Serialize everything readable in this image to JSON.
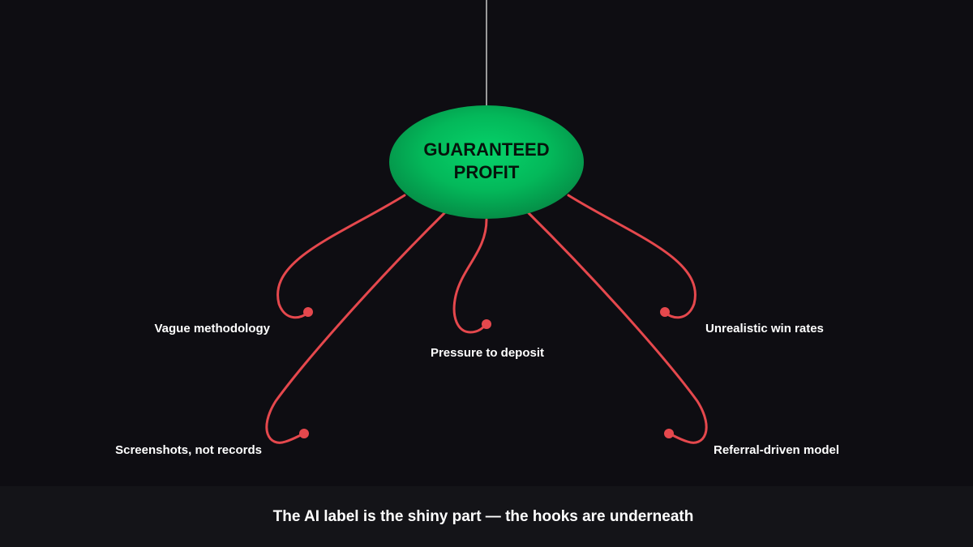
{
  "colors": {
    "background": "#0e0d12",
    "footer_background": "#141418",
    "line": "#9a9a9a",
    "lure_light": "#06d36a",
    "lure_dark": "#058a45",
    "hook": "#e5484d",
    "text": "#ffffff"
  },
  "lure": {
    "line1": "GUARANTEED",
    "line2": "PROFIT"
  },
  "hooks": [
    {
      "label": "Vague methodology"
    },
    {
      "label": "Screenshots, not records"
    },
    {
      "label": "Pressure to deposit"
    },
    {
      "label": "Unrealistic win rates"
    },
    {
      "label": "Referral-driven model"
    }
  ],
  "footer": {
    "caption": "The AI label is the shiny part — the hooks are underneath"
  }
}
